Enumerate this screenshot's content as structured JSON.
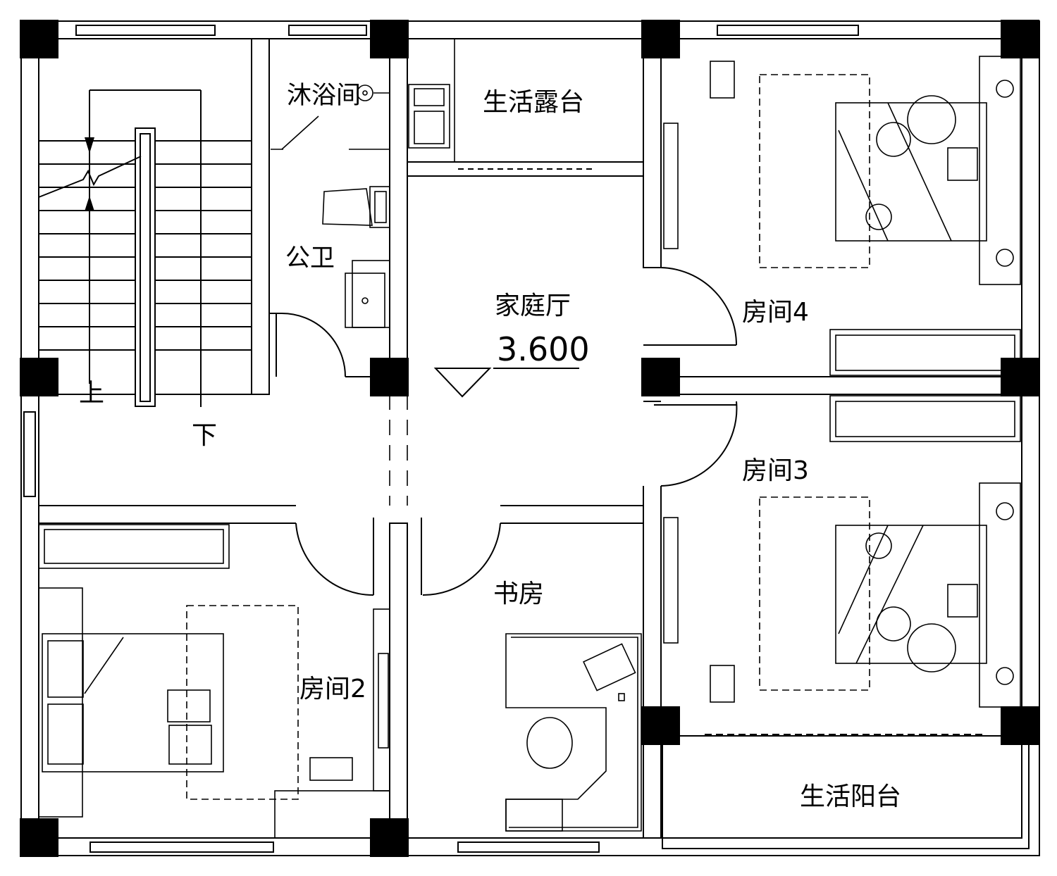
{
  "plan": {
    "rooms": {
      "bathroom": "沐浴间",
      "public_toilet": "公卫",
      "living_terrace": "生活露台",
      "family_hall": "家庭厅",
      "room4": "房间4",
      "room3": "房间3",
      "room2": "房间2",
      "study": "书房",
      "living_balcony": "生活阳台"
    },
    "stairs": {
      "up": "上",
      "down": "下"
    },
    "elevation": "3.600"
  }
}
